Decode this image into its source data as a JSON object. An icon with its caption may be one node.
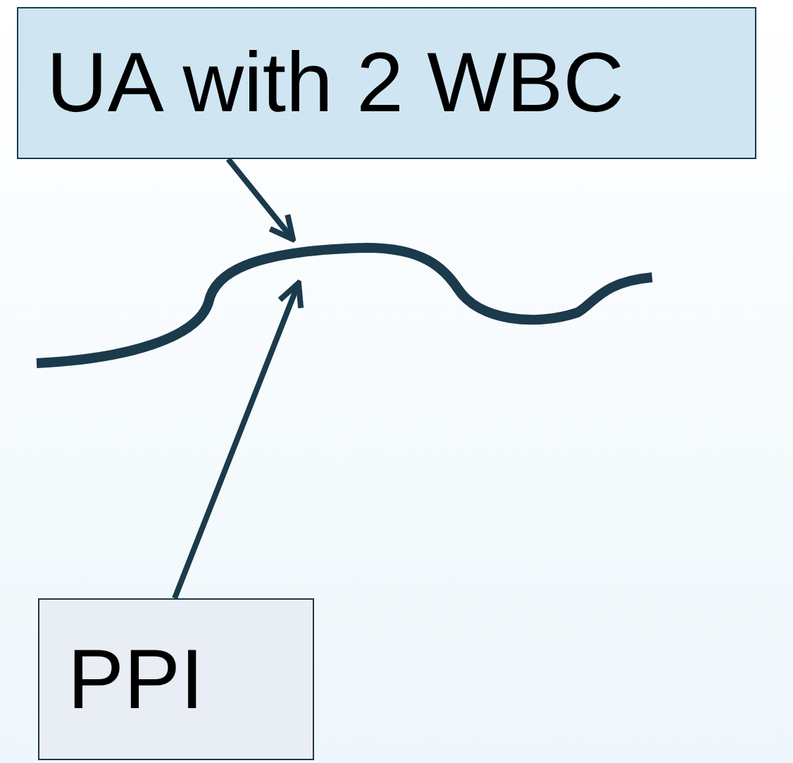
{
  "diagram": {
    "nodes": [
      {
        "text": [
          "UA with 2 WBC"
        ]
      },
      {
        "text": [
          "PPI"
        ]
      },
      {
        "text": [],
        "shape": "curve"
      }
    ],
    "edges": [
      {
        "from": 0,
        "to": 2,
        "arrow": "to"
      },
      {
        "from": 1,
        "to": 2,
        "arrow": "to"
      }
    ]
  }
}
